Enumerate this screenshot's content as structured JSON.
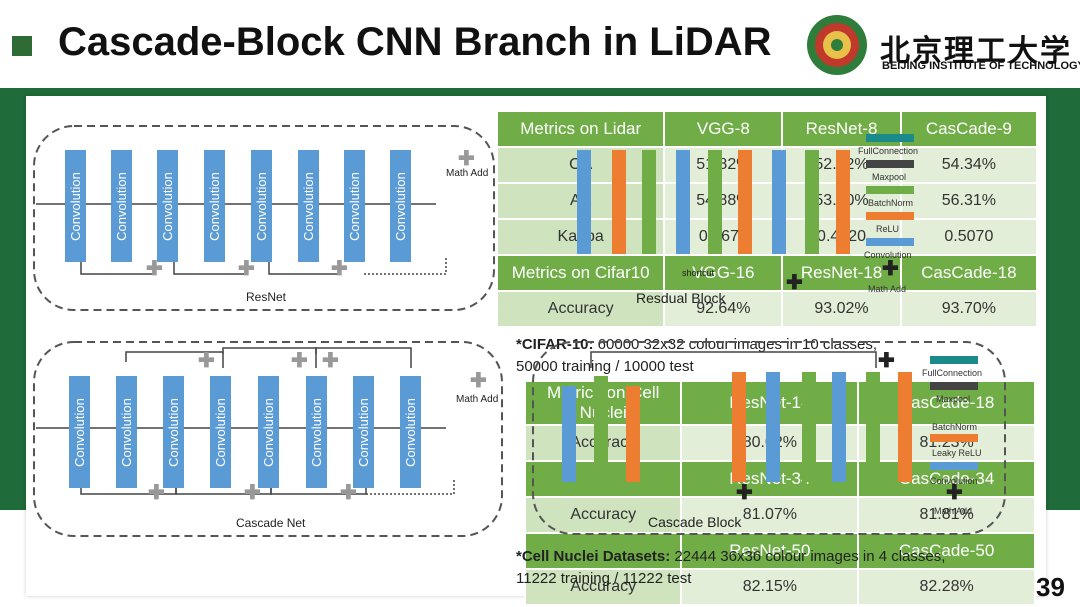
{
  "header": {
    "title": "Cascade-Block CNN Branch in LiDAR",
    "university_cn": "北京理工大学",
    "university_en": "BEIJING INSTITUTE OF TECHNOLOGY"
  },
  "diagrams": {
    "block_label": "Convolution",
    "math_add": "Math Add",
    "resnet_caption": "ResNet",
    "cascade_caption": "Cascade Net"
  },
  "table_lidar": {
    "header": [
      "Metrics on Lidar",
      "VGG-8",
      "ResNet-8",
      "CasCade-9"
    ],
    "rows": [
      [
        "OA",
        "51.82%",
        "52.92%",
        "54.34%"
      ],
      [
        "AA",
        "54.88%",
        "53.30%",
        "56.31%"
      ],
      [
        "Kappa",
        "0.4671",
        "0.4920",
        "0.5070"
      ]
    ],
    "header2": [
      "Metrics on Cifar10",
      "VGG-16",
      "ResNet-18",
      "CasCade-18"
    ],
    "row2": [
      "Accuracy",
      "92.64%",
      "93.02%",
      "93.70%"
    ]
  },
  "overlay1": {
    "legend": [
      "FullConnection",
      "Maxpool",
      "BatchNorm",
      "ReLU",
      "Convolution",
      "Math Add"
    ],
    "shortcut": "shortcut",
    "caption": "Resdual Block"
  },
  "cifar_note": {
    "lead": "*CIFAR-10:",
    "line1": " 60000 32x32 colour images in 10 classes,",
    "line2": "50000 training / 10000 test"
  },
  "table_cells": {
    "rows": [
      [
        "Metrics on Cell Nuclei",
        "ResNet-18",
        "CasCade-18"
      ],
      [
        "Accuracy",
        "80.02%",
        "81.23%"
      ],
      [
        "",
        "ResNet-34",
        "CasCade-34"
      ],
      [
        "Accuracy",
        "81.07%",
        "81.81%"
      ],
      [
        "",
        "ResNet-50",
        "CasCade-50"
      ],
      [
        "Accuracy",
        "82.15%",
        "82.28%"
      ]
    ]
  },
  "overlay2": {
    "legend": [
      "FullConnection",
      "Maxpool",
      "BatchNorm",
      "Leaky ReLU",
      "Convolution",
      "Math Add"
    ],
    "caption": "Cascade Block"
  },
  "cell_note": {
    "lead": "*Cell Nuclei Datasets:",
    "line1": " 22444 36x36 colour images in 4 classes,",
    "line2": "11222 training / 11222 test"
  },
  "page_number": "39",
  "colors": {
    "green_band": "#1f6b3a",
    "table_header": "#70ad47",
    "conv_blue": "#5b9bd5",
    "orange": "#ed7d31"
  }
}
